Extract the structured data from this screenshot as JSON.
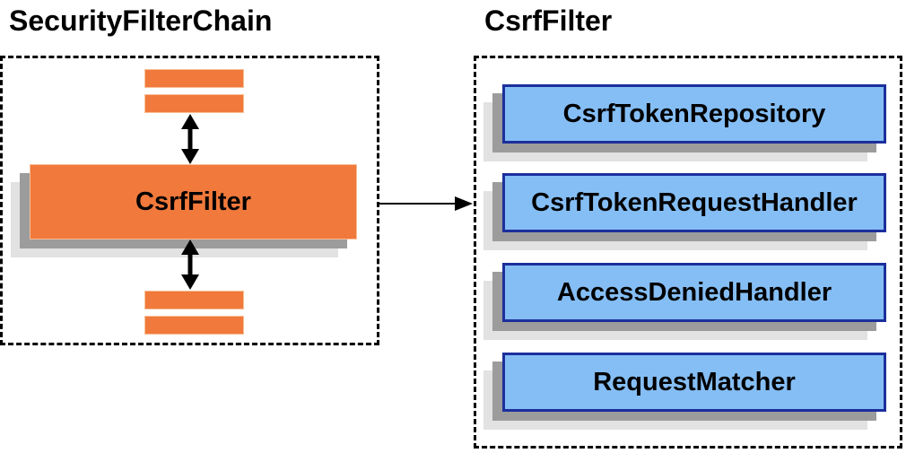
{
  "diagram": {
    "left_panel": {
      "title": "SecurityFilterChain",
      "filter_box_label": "CsrfFilter",
      "placeholder_filter_bars": 4
    },
    "right_panel": {
      "title": "CsrfFilter",
      "components": [
        {
          "label": "CsrfTokenRepository"
        },
        {
          "label": "CsrfTokenRequestHandler"
        },
        {
          "label": "AccessDeniedHandler"
        },
        {
          "label": "RequestMatcher"
        }
      ]
    },
    "icons": {
      "vertical_arrows": "bidirectional-arrow-icon",
      "horizontal_arrow": "right-arrow-icon"
    },
    "colors": {
      "orange_fill": "#F0793B",
      "orange_highlight_border": "#F9BE95",
      "blue_fill": "#85BEF5",
      "blue_border": "#1C2F9C",
      "shadow_dark": "#9C9C9C",
      "shadow_light": "#E2E2E2",
      "frame_dash": "#000000",
      "text": "#000000",
      "background": "#FFFFFF"
    }
  }
}
